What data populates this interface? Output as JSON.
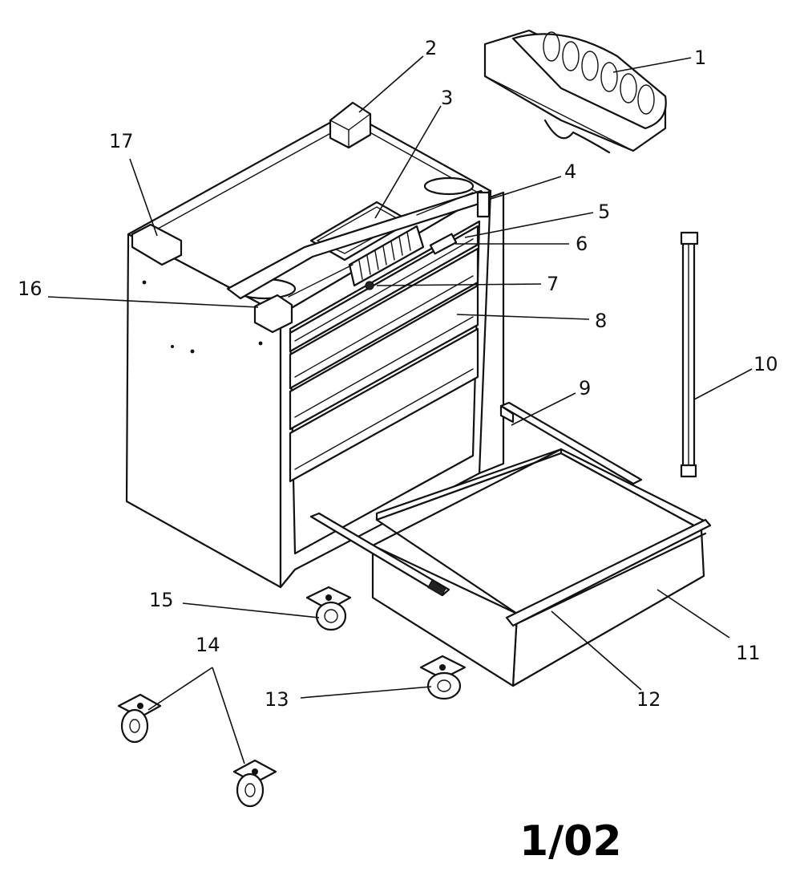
{
  "diagram": {
    "page_label": "1/02",
    "parts": [
      {
        "number": "1",
        "depicts": "tray-handle"
      },
      {
        "number": "2",
        "depicts": "top-corner-cap-rear"
      },
      {
        "number": "3",
        "depicts": "top-storage-tray"
      },
      {
        "number": "4",
        "depicts": "side-trim"
      },
      {
        "number": "5",
        "depicts": "drawer-slide-upper"
      },
      {
        "number": "6",
        "depicts": "latch"
      },
      {
        "number": "7",
        "depicts": "lock"
      },
      {
        "number": "8",
        "depicts": "drawer-front"
      },
      {
        "number": "9",
        "depicts": "drawer-slide"
      },
      {
        "number": "10",
        "depicts": "lock-bar"
      },
      {
        "number": "11",
        "depicts": "bottom-drawer"
      },
      {
        "number": "12",
        "depicts": "drawer-pull-strip"
      },
      {
        "number": "13",
        "depicts": "swivel-caster"
      },
      {
        "number": "14",
        "depicts": "rigid-caster-pair"
      },
      {
        "number": "15",
        "depicts": "swivel-caster"
      },
      {
        "number": "16",
        "depicts": "top-corner-cap-front"
      },
      {
        "number": "17",
        "depicts": "top-corner-cap-left"
      }
    ]
  }
}
